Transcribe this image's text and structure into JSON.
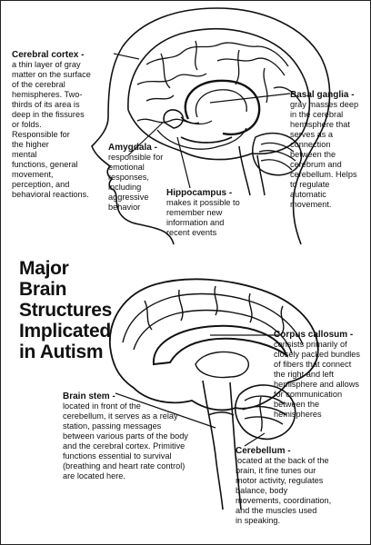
{
  "title_lines": [
    "Major",
    "Brain",
    "Structures",
    "Implicated",
    "in Autism"
  ],
  "labels": {
    "cerebral_cortex": {
      "title": "Cerebral cortex -",
      "lines": [
        "a thin layer of gray",
        "matter on the surface",
        "of the cerebral",
        "hemispheres. Two-",
        "thirds of its area is",
        "deep in the fissures",
        "or folds.",
        "Responsible for",
        "the higher",
        "mental",
        "functions, general",
        "movement,",
        "perception, and",
        "behavioral reactions."
      ]
    },
    "basal_ganglia": {
      "title": "Basal ganglia -",
      "lines": [
        "gray masses deep",
        "in the cerebral",
        "hemisphere that",
        "serves as a",
        "connection",
        "between the",
        "cerebrum and",
        "cerebellum. Helps",
        "to regulate",
        "automatic",
        "movement."
      ]
    },
    "amygdala": {
      "title": "Amygdala -",
      "lines": [
        "responsible for",
        "emotional",
        "responses,",
        "including",
        "aggressive",
        "behavior"
      ]
    },
    "hippocampus": {
      "title": "Hippocampus -",
      "lines": [
        "makes it possible to",
        "remember new",
        "information and",
        "recent events"
      ]
    },
    "corpus_callosum": {
      "title": "Corpus callosum -",
      "lines": [
        "consists primarily of",
        "closely packed bundles",
        "of fibers that connect",
        "the right and left",
        "hemisphere and allows",
        "for communication",
        "between the",
        "hemispheres"
      ]
    },
    "brain_stem": {
      "title": "Brain stem -",
      "lines": [
        "located in front of the",
        "cerebellum, it serves as a relay",
        "station, passing messages",
        "between various parts of the body",
        "and the cerebral cortex. Primitive",
        "functions essential to survival",
        "(breathing and heart rate control)",
        "are located here."
      ]
    },
    "cerebellum": {
      "title": "Cerebellum -",
      "lines": [
        "located at the back of the",
        "brain, it fine tunes our",
        "motor activity, regulates",
        "balance, body",
        "movements, coordination,",
        "and the muscles used",
        "in speaking."
      ]
    }
  }
}
